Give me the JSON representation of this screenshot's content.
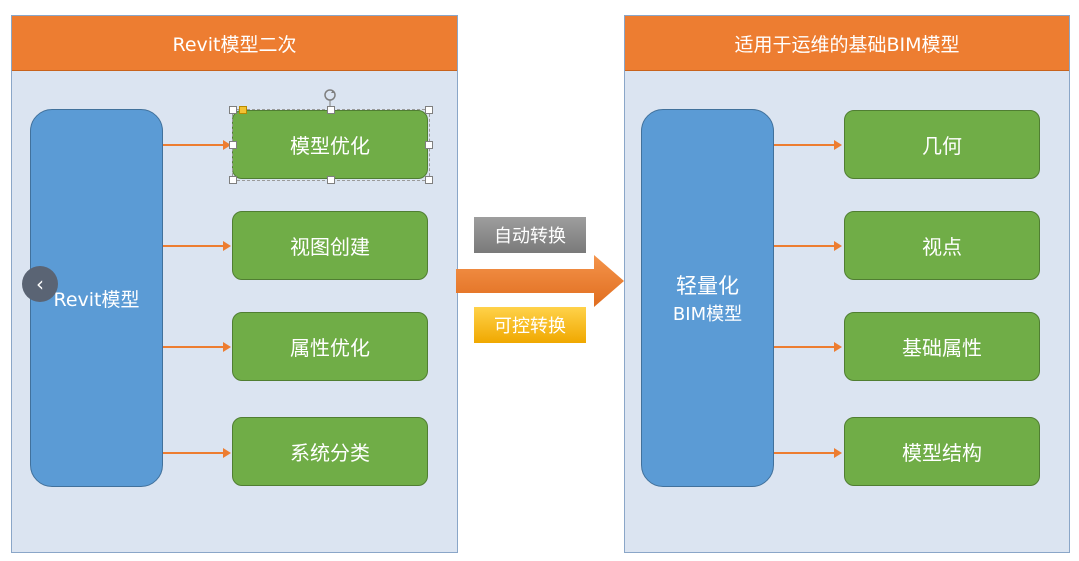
{
  "left_panel": {
    "title": "Revit模型二次",
    "source_label": "Revit模型",
    "items": [
      "模型优化",
      "视图创建",
      "属性优化",
      "系统分类"
    ]
  },
  "middle": {
    "auto_label": "自动转换",
    "control_label": "可控转换"
  },
  "right_panel": {
    "title": "适用于运维的基础BIM模型",
    "model_label_line1": "轻量化",
    "model_label_line2": "BIM模型",
    "items": [
      "几何",
      "视点",
      "基础属性",
      "模型结构"
    ]
  },
  "nav": {
    "prev_icon": "chevron-left-icon",
    "prev_glyph": "‹"
  },
  "colors": {
    "header": "#ed7d31",
    "panel": "#dbe4f1",
    "blue_box": "#5b9bd5",
    "green_box": "#70ad47",
    "gray_tag": "#8c8c8c",
    "yellow_tag": "#f4b400"
  }
}
